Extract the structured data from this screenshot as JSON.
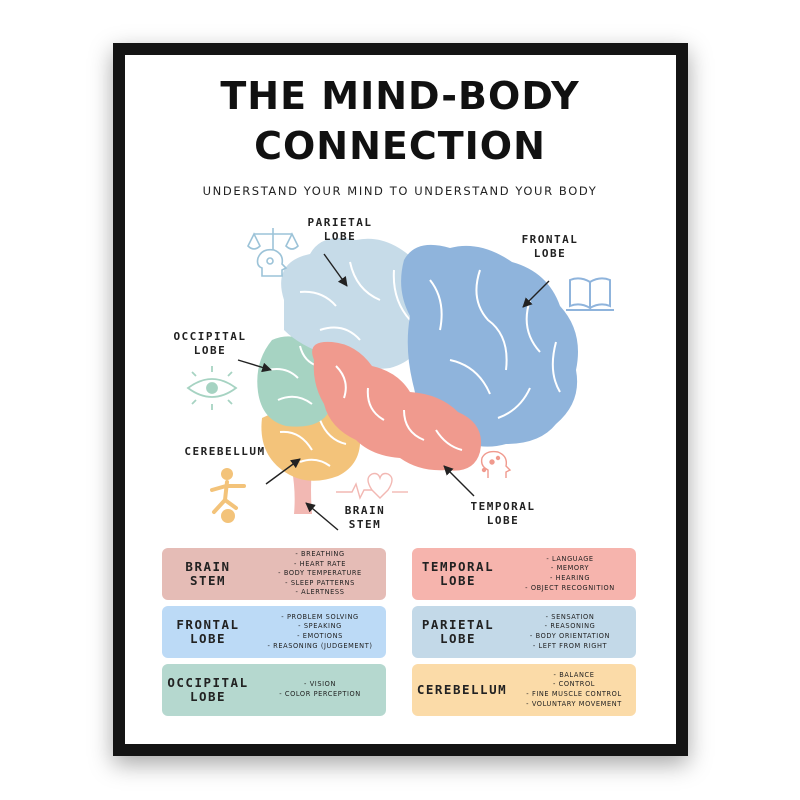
{
  "poster": {
    "title_line1": "THE MIND-BODY",
    "title_line2": "CONNECTION",
    "subtitle": "UNDERSTAND YOUR MIND TO UNDERSTAND YOUR BODY"
  },
  "regions": {
    "parietal": {
      "line1": "PARIETAL",
      "line2": "LOBE",
      "color": "#c6dbe8"
    },
    "frontal": {
      "line1": "FRONTAL",
      "line2": "LOBE",
      "color": "#8fb4dc"
    },
    "occipital": {
      "line1": "OCCIPITAL",
      "line2": "LOBE",
      "color": "#a6d3c2"
    },
    "cerebellum": {
      "line1": "CEREBELLUM",
      "color": "#f3c37a"
    },
    "temporal": {
      "line1": "TEMPORAL",
      "line2": "LOBE",
      "color": "#f09a8e"
    },
    "brainstem": {
      "line1": "BRAIN",
      "line2": "STEM",
      "color": "#f2b8b3"
    }
  },
  "icons": [
    "scales-icon",
    "head-gears-icon",
    "book-icon",
    "eye-icon",
    "running-person-icon",
    "heartbeat-icon",
    "head-sparkle-icon"
  ],
  "cards": [
    {
      "key": "brain-stem",
      "title1": "BRAIN",
      "title2": "STEM",
      "color": "#e5bcb6",
      "items": [
        "BREATHING",
        "HEART RATE",
        "BODY TEMPERATURE",
        "SLEEP PATTERNS",
        "ALERTNESS"
      ]
    },
    {
      "key": "temporal-lobe",
      "title1": "TEMPORAL",
      "title2": "LOBE",
      "color": "#f6b4ad",
      "items": [
        "LANGUAGE",
        "MEMORY",
        "HEARING",
        "OBJECT RECOGNITION"
      ]
    },
    {
      "key": "frontal-lobe",
      "title1": "FRONTAL",
      "title2": "LOBE",
      "color": "#bcdaf6",
      "items": [
        "PROBLEM SOLVING",
        "SPEAKING",
        "EMOTIONS",
        "REASONING (JUDGEMENT)"
      ]
    },
    {
      "key": "parietal-lobe",
      "title1": "PARIETAL",
      "title2": "LOBE",
      "color": "#c3d9e8",
      "items": [
        "SENSATION",
        "REASONING",
        "BODY ORIENTATION",
        "LEFT FROM RIGHT"
      ]
    },
    {
      "key": "occipital-lobe",
      "title1": "OCCIPITAL",
      "title2": "LOBE",
      "color": "#b5d8cf",
      "items": [
        "VISION",
        "COLOR PERCEPTION"
      ]
    },
    {
      "key": "cerebellum",
      "title1": "CEREBELLUM",
      "title2": "",
      "color": "#fbdba8",
      "items": [
        "BALANCE",
        "CONTROL",
        "FINE MUSCLE CONTROL",
        "VOLUNTARY MOVEMENT"
      ]
    }
  ]
}
